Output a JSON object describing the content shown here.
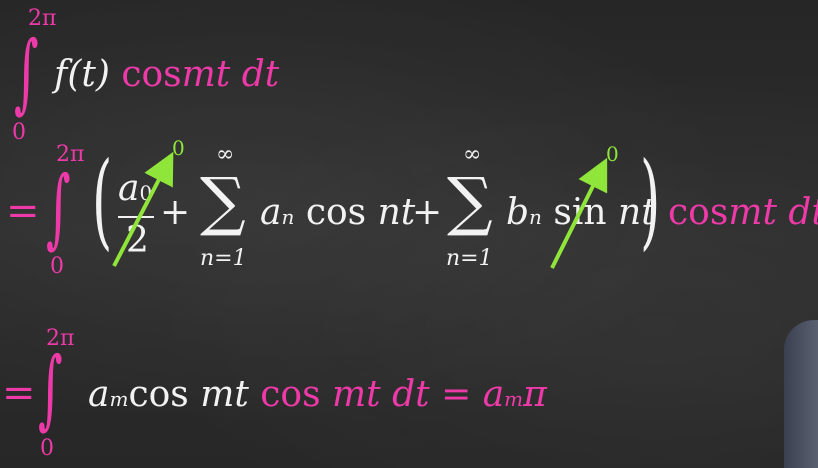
{
  "colors": {
    "pink": "#ee3aa8",
    "green": "#8fe53a",
    "chalk": "#f2f2f2",
    "board": "#2b2b2b"
  },
  "line1": {
    "upper": "2π",
    "lower": "0",
    "integrand": "f(t)",
    "trig": "cos",
    "arg": "mt",
    "diff": "dt"
  },
  "line2": {
    "equals": "=",
    "upper": "2π",
    "lower": "0",
    "a0": "a",
    "a0_sub": "0",
    "denom": "2",
    "plus1": "+",
    "sum_top": "∞",
    "sum_bottom": "n=1",
    "an": "a",
    "an_sub": "n",
    "cos": "cos",
    "nt": "nt",
    "plus2": "+",
    "sum2_top": "∞",
    "sum2_bottom": "n=1",
    "bn": "b",
    "bn_sub": "n",
    "sin": "sin",
    "nt2": "nt",
    "trig": "cos",
    "arg": "mt",
    "diff": "dt",
    "zero1": "0",
    "zero2": "0"
  },
  "line3": {
    "equals": "=",
    "upper": "2π",
    "lower": "0",
    "am": "a",
    "am_sub": "m",
    "cos1": "cos",
    "mt1": "mt",
    "cos2": "cos",
    "mt2": "mt",
    "diff": "dt",
    "equals2": "=",
    "res_a": "a",
    "res_sub": "m",
    "pi": "π"
  }
}
